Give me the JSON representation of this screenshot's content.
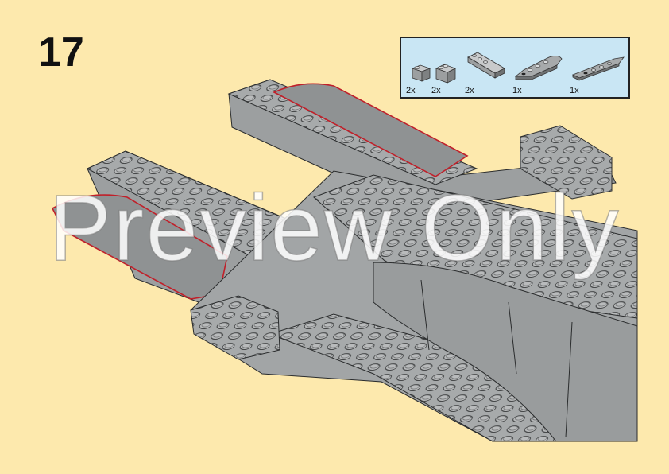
{
  "step": {
    "number": "17"
  },
  "parts": [
    {
      "qty": "2x",
      "icon": "slope-brick-icon"
    },
    {
      "qty": "2x",
      "icon": "slope-brick-double-icon"
    },
    {
      "qty": "2x",
      "icon": "curved-slope-icon"
    },
    {
      "qty": "1x",
      "icon": "wedge-plate-large-icon"
    },
    {
      "qty": "1x",
      "icon": "wedge-plate-small-icon"
    }
  ],
  "watermark": {
    "text": "Preview Only"
  },
  "colors": {
    "background": "#fde9ad",
    "parts_box": "#c9e6f4",
    "brick_gray": "#a7aaab",
    "highlight": "#c0202a"
  }
}
